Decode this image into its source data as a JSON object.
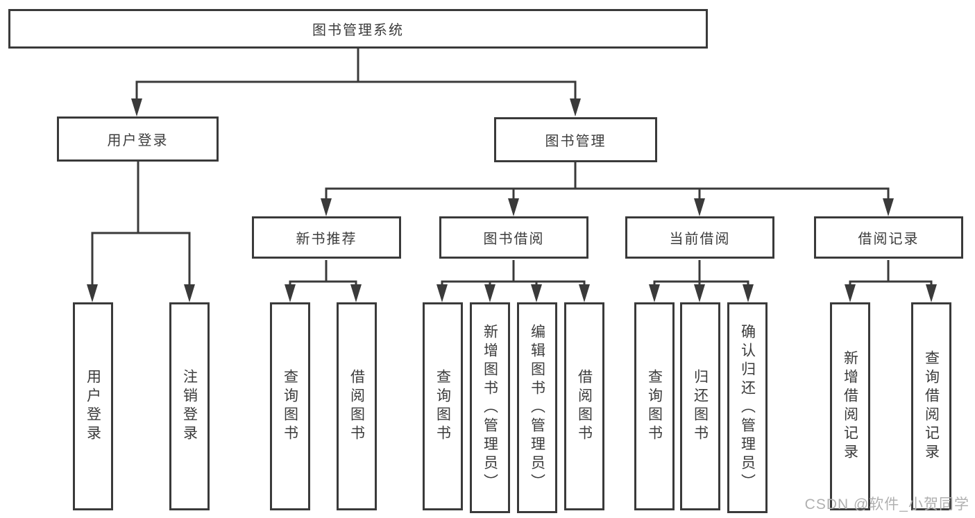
{
  "tree": {
    "root": "图书管理系统",
    "branches": [
      {
        "label": "用户登录",
        "children": [
          "用户登录",
          "注销登录"
        ]
      },
      {
        "label": "图书管理",
        "groups": [
          {
            "label": "新书推荐",
            "children": [
              "查询图书",
              "借阅图书"
            ]
          },
          {
            "label": "图书借阅",
            "children": [
              "查询图书",
              "新增图书（管理员）",
              "编辑图书（管理员）",
              "借阅图书"
            ]
          },
          {
            "label": "当前借阅",
            "children": [
              "查询图书",
              "归还图书",
              "确认归还（管理员）"
            ]
          },
          {
            "label": "借阅记录",
            "children": [
              "新增借阅记录",
              "查询借阅记录"
            ]
          }
        ]
      }
    ]
  },
  "watermark": "CSDN @软件_小贺同学",
  "colors": {
    "line": "#3a3a3a",
    "text": "#3b3b3b",
    "watermark": "#b0b0b0",
    "background": "#ffffff"
  }
}
